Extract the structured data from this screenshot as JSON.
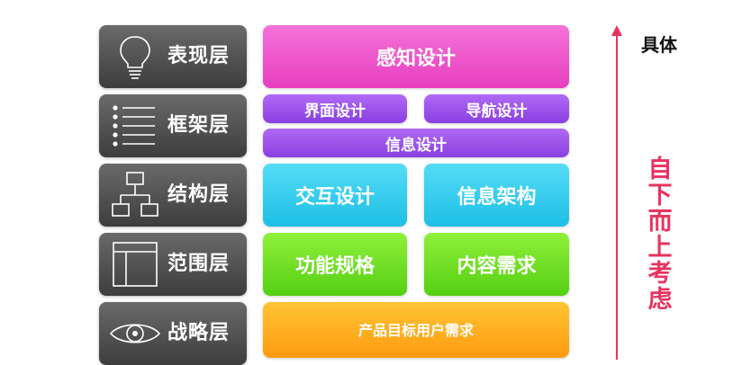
{
  "layers": [
    {
      "label": "表现层",
      "icon": "lightbulb-icon"
    },
    {
      "label": "框架层",
      "icon": "list-icon"
    },
    {
      "label": "结构层",
      "icon": "hierarchy-icon"
    },
    {
      "label": "范围层",
      "icon": "layout-icon"
    },
    {
      "label": "战略层",
      "icon": "eye-icon"
    }
  ],
  "surface": {
    "perception_design": "感知设计"
  },
  "skeleton": {
    "interface_design": "界面设计",
    "navigation_design": "导航设计",
    "information_design": "信息设计"
  },
  "structure": {
    "interaction_design": "交互设计",
    "information_architecture": "信息架构"
  },
  "scope": {
    "functional_spec": "功能规格",
    "content_requirements": "内容需求"
  },
  "strategy": {
    "product_goals": "产品目标",
    "user_needs": "用户需求"
  },
  "axis": {
    "top_label": "具体",
    "side_label_chars": [
      "自",
      "下",
      "而",
      "上",
      "考",
      "虑"
    ]
  },
  "colors": {
    "layer_bg": "#4a4a4a",
    "pink": "#ec4fc9",
    "purple": "#9b4fe8",
    "cyan": "#2fc8ec",
    "green": "#66dd1c",
    "orange": "#ffab1f",
    "arrow": "#e8335f"
  }
}
